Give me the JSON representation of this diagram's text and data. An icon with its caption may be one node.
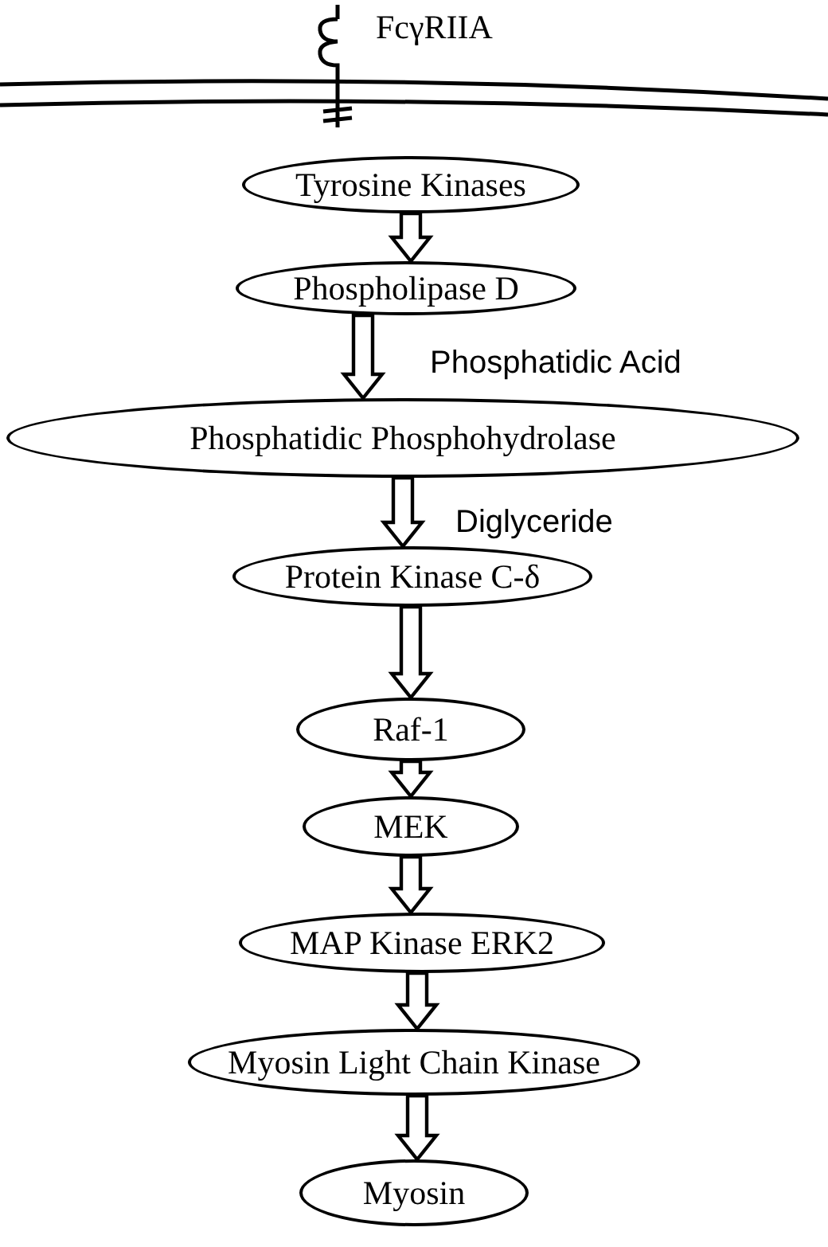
{
  "diagram": {
    "nodes": [
      {
        "text": [
          "Tyrosine Kinases"
        ]
      },
      {
        "text": [
          "Phospholipase D"
        ]
      },
      {
        "text": [
          "Phosphatidic Phosphohydrolase"
        ]
      },
      {
        "text": [
          "Protein Kinase C-δ"
        ]
      },
      {
        "text": [
          "Raf-1"
        ]
      },
      {
        "text": [
          "MEK"
        ]
      },
      {
        "text": [
          "MAP Kinase ERK2"
        ]
      },
      {
        "text": [
          "Myosin Light Chain Kinase"
        ]
      },
      {
        "text": [
          "Myosin"
        ]
      }
    ],
    "edges": [
      {
        "from": 0,
        "to": 1,
        "arrow": "to"
      },
      {
        "from": 1,
        "to": 2,
        "arrow": "to",
        "label": "Phosphatidic Acid"
      },
      {
        "from": 2,
        "to": 3,
        "arrow": "to",
        "label": "Diglyceride"
      },
      {
        "from": 3,
        "to": 4,
        "arrow": "to"
      },
      {
        "from": 4,
        "to": 5,
        "arrow": "to"
      },
      {
        "from": 5,
        "to": 6,
        "arrow": "to"
      },
      {
        "from": 6,
        "to": 7,
        "arrow": "to"
      },
      {
        "from": 7,
        "to": 8,
        "arrow": "to"
      }
    ],
    "labels": [
      "FcγRIIA"
    ]
  }
}
